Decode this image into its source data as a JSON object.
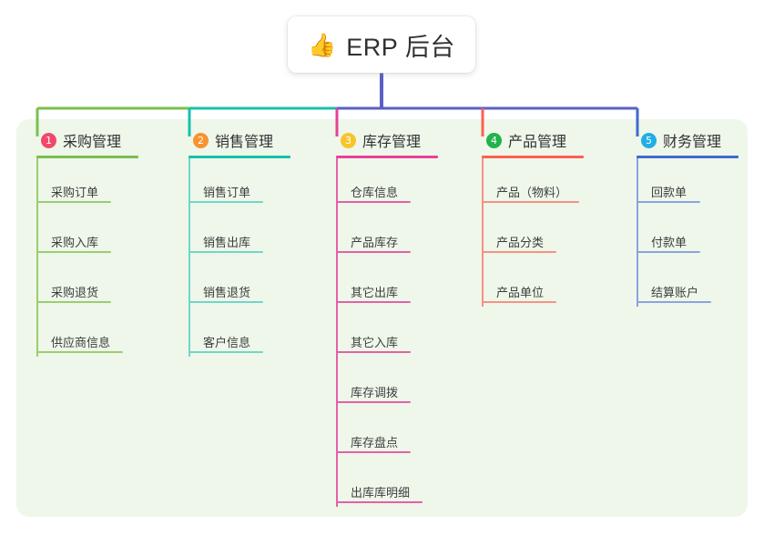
{
  "root": {
    "icon": "thumbs-up-emoji",
    "emoji": "👍",
    "title": "ERP 后台"
  },
  "theme": {
    "page_background": "#ffffff",
    "panel_background": "#eef7e9",
    "card_background": "#ffffff",
    "text_color": "#313235",
    "bus_color": "#5a5fc7"
  },
  "columns": [
    {
      "number": "1",
      "label": "采购管理",
      "badge_color": "#f2496b",
      "line_color": "#7bbf4f",
      "spine_color": "#9ccc74",
      "rule_width": 112,
      "items": [
        {
          "label": "采购订单",
          "rule_width": 82
        },
        {
          "label": "采购入库",
          "rule_width": 82
        },
        {
          "label": "采购退货",
          "rule_width": 82
        },
        {
          "label": "供应商信息",
          "rule_width": 95
        }
      ]
    },
    {
      "number": "2",
      "label": "销售管理",
      "badge_color": "#f79331",
      "line_color": "#16c1ab",
      "spine_color": "#6fd7ca",
      "rule_width": 112,
      "items": [
        {
          "label": "销售订单",
          "rule_width": 82
        },
        {
          "label": "销售出库",
          "rule_width": 82
        },
        {
          "label": "销售退货",
          "rule_width": 82
        },
        {
          "label": "客户信息",
          "rule_width": 82
        }
      ]
    },
    {
      "number": "3",
      "label": "库存管理",
      "badge_color": "#f7c52b",
      "line_color": "#e8409a",
      "spine_color": "#e361a8",
      "rule_width": 112,
      "items": [
        {
          "label": "仓库信息",
          "rule_width": 82
        },
        {
          "label": "产品库存",
          "rule_width": 82
        },
        {
          "label": "其它出库",
          "rule_width": 82
        },
        {
          "label": "其它入库",
          "rule_width": 82
        },
        {
          "label": "库存调拨",
          "rule_width": 82
        },
        {
          "label": "库存盘点",
          "rule_width": 82
        },
        {
          "label": "出库库明细",
          "rule_width": 95
        }
      ]
    },
    {
      "number": "4",
      "label": "产品管理",
      "badge_color": "#22b24c",
      "line_color": "#fa6152",
      "spine_color": "#f79185",
      "rule_width": 112,
      "items": [
        {
          "label": "产品（物料）",
          "rule_width": 107
        },
        {
          "label": "产品分类",
          "rule_width": 82
        },
        {
          "label": "产品单位",
          "rule_width": 82
        }
      ]
    },
    {
      "number": "5",
      "label": "财务管理",
      "badge_color": "#21aee6",
      "line_color": "#4169d0",
      "spine_color": "#8aa4e0",
      "rule_width": 112,
      "items": [
        {
          "label": "回款单",
          "rule_width": 70
        },
        {
          "label": "付款单",
          "rule_width": 70
        },
        {
          "label": "结算账户",
          "rule_width": 82
        }
      ]
    }
  ]
}
